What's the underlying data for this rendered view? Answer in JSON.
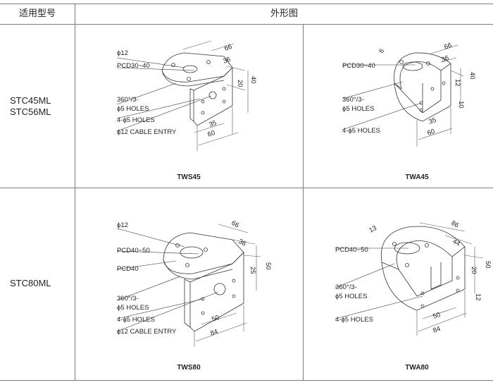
{
  "header": {
    "col_model": "适用型号",
    "col_drawing": "外形图"
  },
  "rows": [
    {
      "models": [
        "STC45ML",
        "STC56ML"
      ],
      "left": {
        "caption": "TWS45",
        "labels": {
          "phi12": "ϕ12",
          "pcd": "PCD30~40",
          "deg": "360°/3-",
          "holes5": "ϕ5 HOLES",
          "holes4": "4-ϕ5 HOLES",
          "cable": "ϕ12 CABLE ENTRY"
        },
        "dims": {
          "d66": "66",
          "d36": "36",
          "d40": "40",
          "d20": "20",
          "d35": "35",
          "d60": "60"
        }
      },
      "right": {
        "caption": "TWA45",
        "labels": {
          "pcd": "PCD30~40",
          "deg": "360°/3-",
          "holes5": "ϕ5 HOLES",
          "holes4": "4-ϕ5 HOLES"
        },
        "dims": {
          "d6": "6",
          "d66": "66",
          "d36": "36",
          "d40": "40",
          "d12": "12",
          "d10": "10",
          "d35": "35",
          "d60": "60"
        }
      }
    },
    {
      "models": [
        "STC80ML"
      ],
      "left": {
        "caption": "TWS80",
        "labels": {
          "phi12": "ϕ12",
          "pcd": "PCD40~50",
          "pcd2": "PCD40",
          "deg": "360°/3-",
          "holes5": "ϕ5 HOLES",
          "holes4": "4-ϕ5 HOLES",
          "cable": "ϕ12 CABLE ENTRY"
        },
        "dims": {
          "d66": "66",
          "d36": "36",
          "d25": "25",
          "d50v": "50",
          "d50": "50",
          "d84": "84"
        }
      },
      "right": {
        "caption": "TWA80",
        "labels": {
          "pcd": "PCD40~50",
          "deg": "360°/3-",
          "holes5": "ϕ5 HOLES",
          "holes4": "4-ϕ5 HOLES"
        },
        "dims": {
          "d13": "13",
          "d86": "86",
          "d44": "44",
          "d20": "20",
          "d50v": "50",
          "d12": "12",
          "d50": "50",
          "d84": "84"
        }
      }
    }
  ]
}
